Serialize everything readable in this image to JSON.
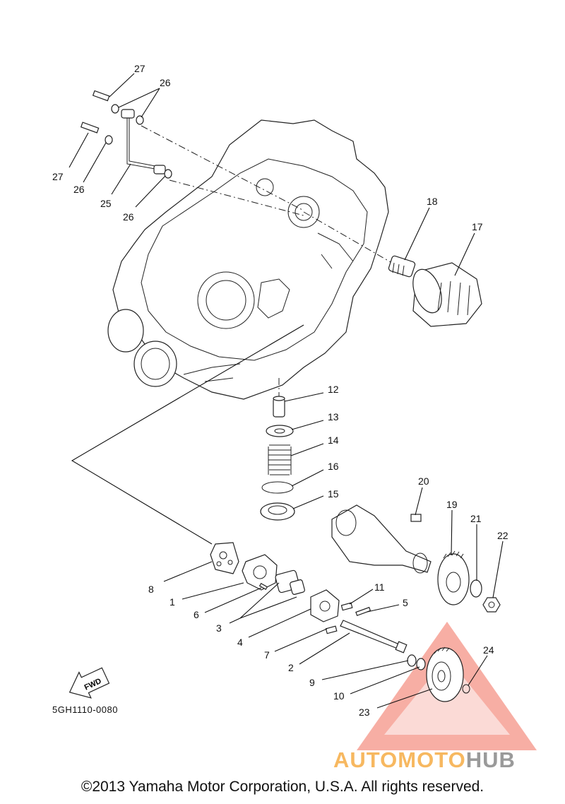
{
  "diagram": {
    "callouts": [
      "27",
      "26",
      "27",
      "26",
      "25",
      "26",
      "18",
      "17",
      "12",
      "13",
      "14",
      "16",
      "15",
      "20",
      "19",
      "21",
      "22",
      "8",
      "1",
      "6",
      "3",
      "4",
      "11",
      "5",
      "7",
      "2",
      "9",
      "10",
      "23",
      "24"
    ],
    "fwd_label": "FWD",
    "drawing_code": "5GH1110-0080"
  },
  "watermark": {
    "part_a": "AUTOMOTO",
    "part_b": "HUB",
    "accent_color": "#f26d5b",
    "text_color_a": "#f7b860",
    "text_color_b": "#9a9a9a"
  },
  "footer": {
    "copyright": "©2013 Yamaha Motor Corporation, U.S.A. All rights reserved."
  }
}
